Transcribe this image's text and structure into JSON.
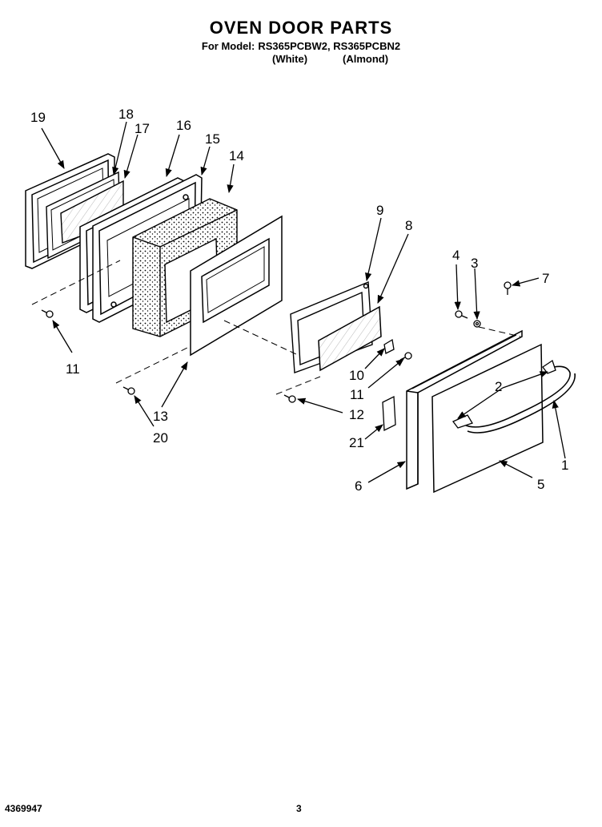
{
  "header": {
    "title": "OVEN DOOR PARTS",
    "model_label": "For Model:",
    "models": "RS365PCBW2, RS365PCBN2",
    "color_white": "(White)",
    "color_almond": "(Almond)"
  },
  "callouts": [
    "1",
    "2",
    "3",
    "4",
    "5",
    "6",
    "7",
    "8",
    "9",
    "10",
    "11",
    "12",
    "13",
    "14",
    "15",
    "16",
    "17",
    "18",
    "19",
    "20",
    "21"
  ],
  "footer": {
    "part_number": "4369947",
    "page_number": "3"
  }
}
